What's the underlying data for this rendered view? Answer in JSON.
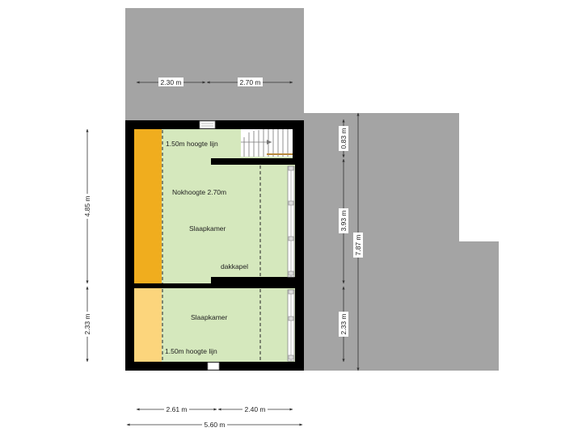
{
  "colors": {
    "roof": "#a4a4a4",
    "wall": "#000000",
    "floor": "#d5e8bd",
    "low_zone_dark": "#f0ad1e",
    "low_zone_light": "#fcd57c",
    "dim_line": "#333333"
  },
  "rooms": {
    "upper_name": "Slaapkamer",
    "lower_name": "Slaapkamer",
    "ridge_height": "Nokhoogte 2.70m",
    "height_line_top": "1.50m hoogte lijn",
    "height_line_bottom": "1.50m hoogte lijn",
    "dormer": "dakkapel"
  },
  "dimensions": {
    "top_left": "2.30 m",
    "top_right": "2.70 m",
    "left_upper": "4.85 m",
    "left_lower": "2.33 m",
    "right_top": "0.83 m",
    "right_middle": "3.93 m",
    "right_lower": "2.33 m",
    "right_total": "7.87 m",
    "bottom_left": "2.61 m",
    "bottom_right": "2.40 m",
    "bottom_total": "5.60 m"
  }
}
